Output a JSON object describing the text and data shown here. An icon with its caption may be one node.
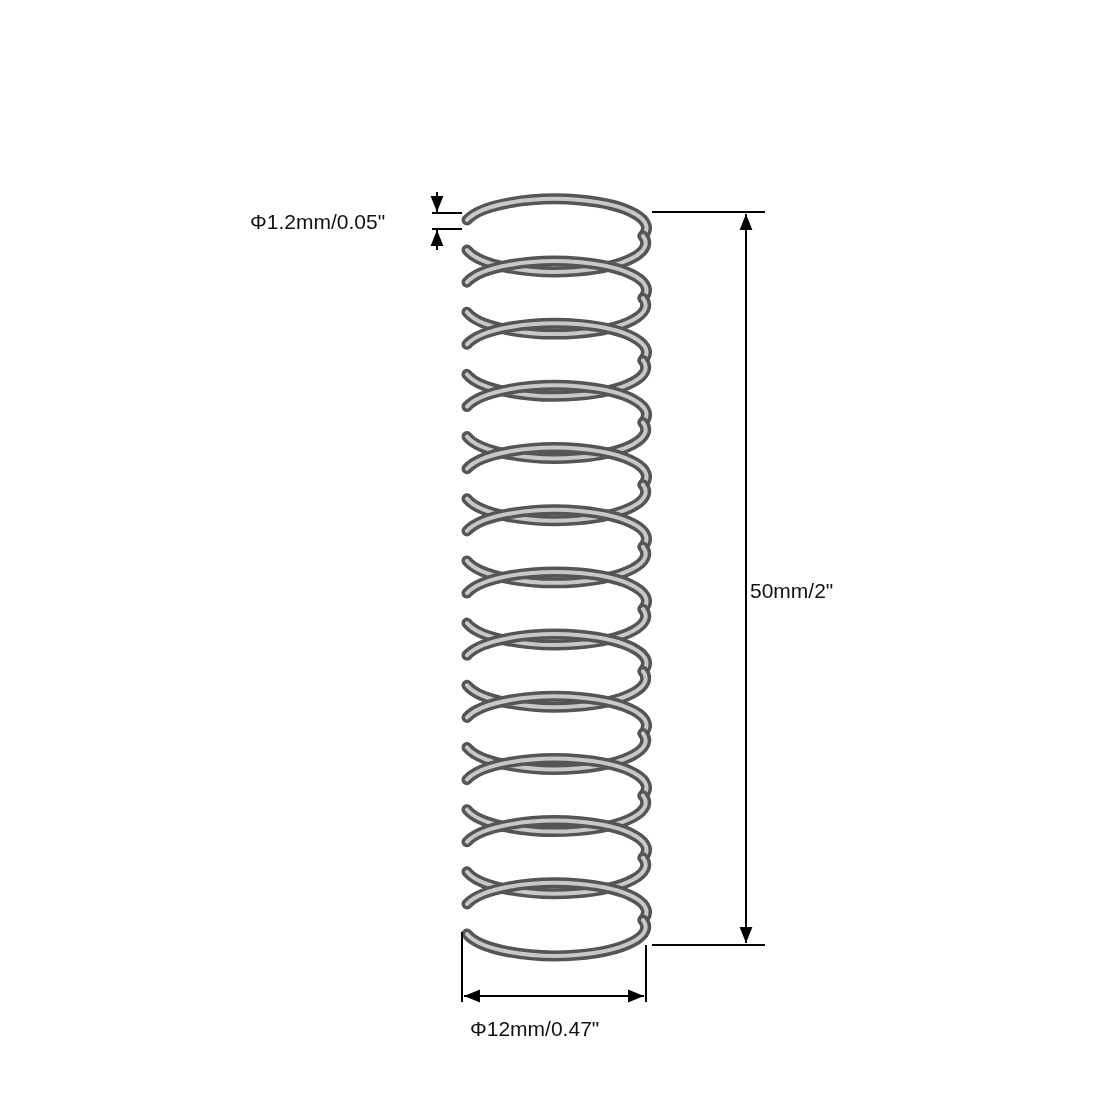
{
  "diagram": {
    "labels": [
      "Φ1.2mm/0.05\"",
      "50mm/2\"",
      "Φ12mm/0.47\""
    ]
  }
}
